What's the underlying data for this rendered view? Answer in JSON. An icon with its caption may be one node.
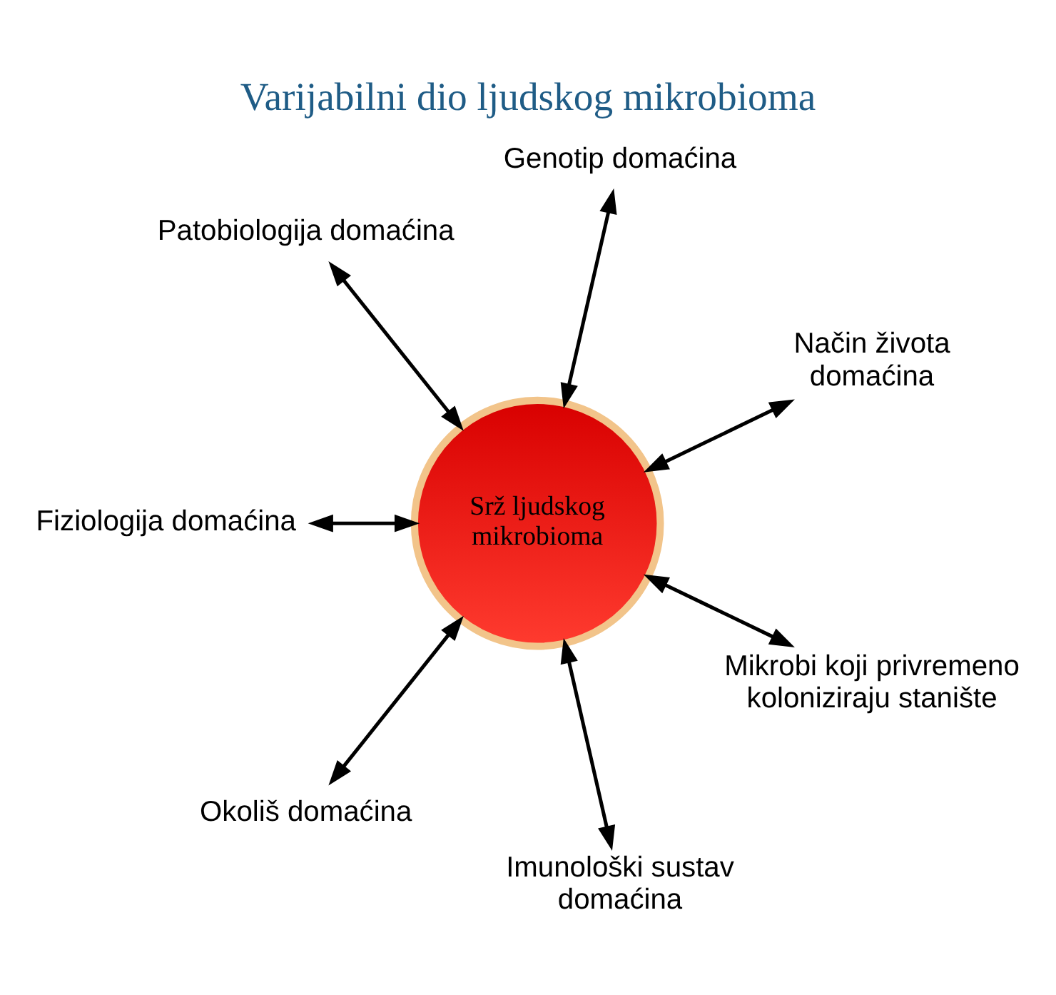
{
  "diagram": {
    "title": "Varijabilni dio ljudskog mikrobioma",
    "nodes": [
      {
        "text": [
          "Način života domaćina"
        ]
      },
      {
        "text": [
          "Genotip domaćina"
        ]
      },
      {
        "text": [
          "Patobiologija domaćina"
        ]
      },
      {
        "text": [
          "Srž ljudskog mikrobioma"
        ]
      },
      {
        "text": [
          "Fiziologija domaćina"
        ]
      },
      {
        "text": [
          "Okoliš domaćina"
        ]
      },
      {
        "text": [
          "Imunološki sustav domaćina"
        ]
      },
      {
        "text": [
          "Mikrobi koji privremeno koloniziraju stanište"
        ]
      }
    ],
    "edges": [
      {
        "from": 3,
        "to": 0,
        "arrow": "both"
      },
      {
        "from": 3,
        "to": 1,
        "arrow": "both"
      },
      {
        "from": 3,
        "to": 4,
        "arrow": "both"
      },
      {
        "from": 3,
        "to": 6,
        "arrow": "both"
      },
      {
        "from": 3,
        "to": 7,
        "arrow": "both"
      },
      {
        "from": 3,
        "to": 5,
        "arrow": "both"
      },
      {
        "from": 3,
        "to": 2,
        "arrow": "both"
      }
    ]
  }
}
